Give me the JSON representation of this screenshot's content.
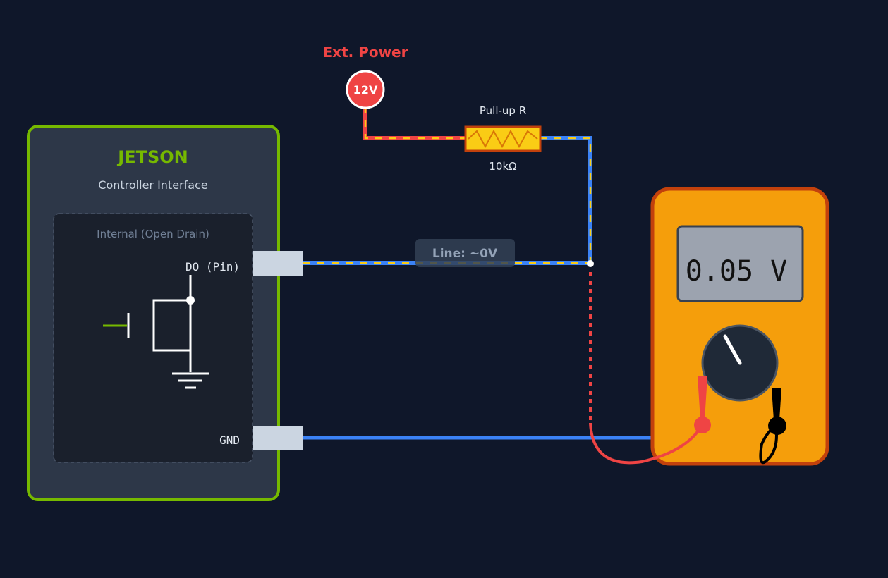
{
  "colors": {
    "background": "#0f172a",
    "jetson_border": "#76b900",
    "jetson_fill": "#2d3748",
    "internal_fill": "#1a202c",
    "power_red": "#ef4444",
    "wire_blue": "#3b82f6",
    "signal_yellow": "#facc15",
    "meter_orange": "#f59e0b",
    "meter_rim": "#c2410c",
    "lcd_bg": "#9ca3af"
  },
  "power": {
    "title": "Ext. Power",
    "voltage": "12V"
  },
  "resistor": {
    "label": "Pull-up R",
    "value": "10kΩ"
  },
  "jetson": {
    "title": "JETSON",
    "subtitle": "Controller Interface",
    "internal_label": "Internal (Open Drain)",
    "pin_do": "DO (Pin)",
    "pin_gnd": "GND"
  },
  "line": {
    "label": "Line: ~0V"
  },
  "multimeter": {
    "reading": "0.05 V"
  },
  "icons": [
    "mosfet-icon",
    "ground-icon",
    "dial-icon",
    "red-probe-icon",
    "black-probe-icon"
  ]
}
